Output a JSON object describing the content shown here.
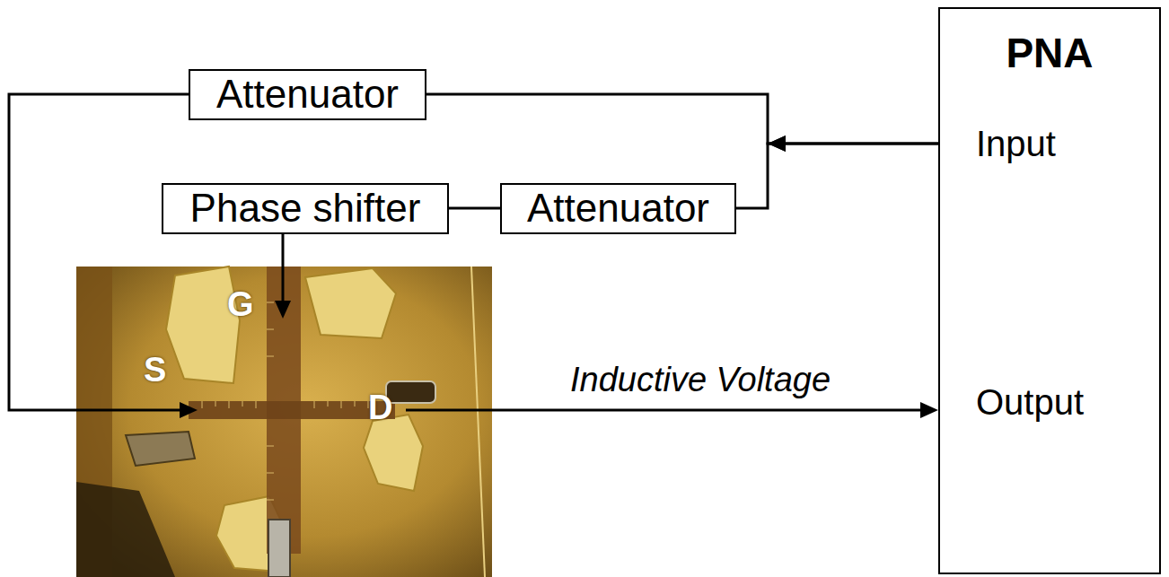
{
  "diagram": {
    "nodes": [
      {
        "text": [
          "Attenuator"
        ]
      },
      {
        "text": [
          "Phase shifter"
        ]
      },
      {
        "text": [
          "Attenuator"
        ]
      },
      {
        "text": [
          "PNA",
          "Input",
          "Output"
        ]
      },
      {
        "text": [
          "G",
          "S",
          "D"
        ]
      }
    ],
    "edges": [
      {
        "from": 3,
        "to": 0,
        "arrow": "to"
      },
      {
        "from": 3,
        "to": 2,
        "arrow": "to"
      },
      {
        "from": 2,
        "to": 1,
        "arrow": "none"
      },
      {
        "from": 1,
        "to": 4,
        "arrow": "to"
      },
      {
        "from": 0,
        "to": 4,
        "arrow": "to"
      },
      {
        "from": 4,
        "to": 3,
        "arrow": "to",
        "label": "Inductive Voltage"
      }
    ]
  }
}
